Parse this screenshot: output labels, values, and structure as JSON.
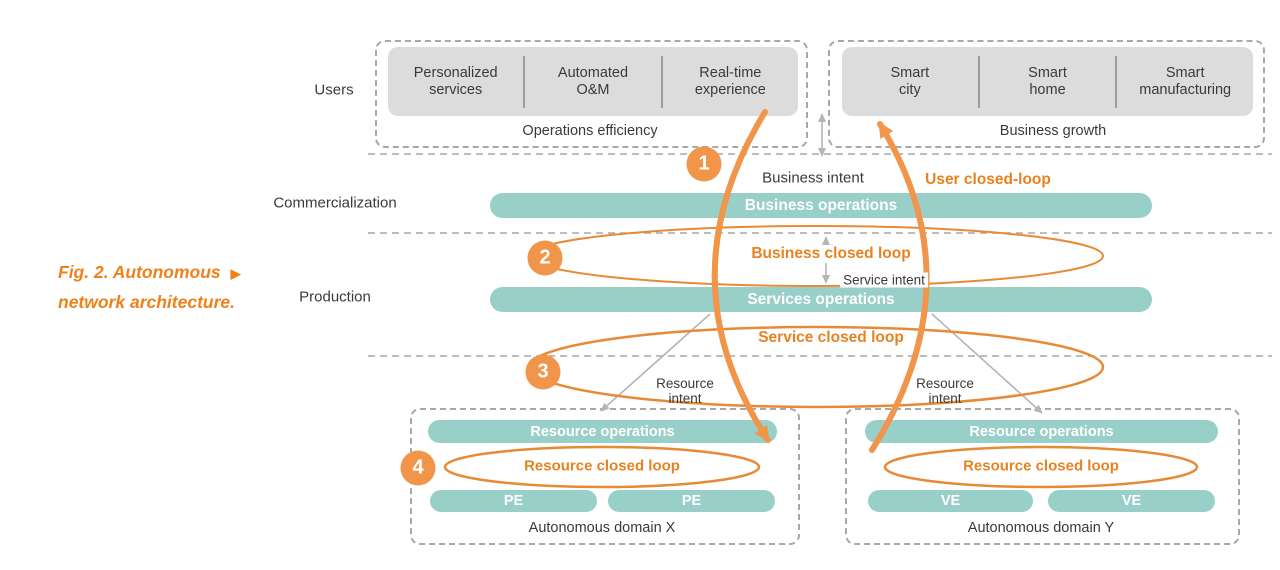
{
  "colors": {
    "teal": "#98CFC8",
    "graybox": "#DCDCDC",
    "orange": "#F0954A",
    "orangedeep": "#E78A35",
    "orangetext": "#E8821F",
    "figorange": "#F0801A",
    "linegray": "#A8A8A8",
    "arrowgray": "#B5B5B5",
    "textdark": "#3A3A3A"
  },
  "figure": {
    "line1": "Fig. 2. Autonomous",
    "line2": "network architecture.",
    "pointer_icon": "▶"
  },
  "layers": {
    "users": "Users",
    "commercialization": "Commercialization",
    "production": "Production"
  },
  "users_layer": {
    "operations_group": {
      "caption": "Operations efficiency",
      "items": [
        [
          "Personalized",
          "services"
        ],
        [
          "Automated",
          "O&M"
        ],
        [
          "Real-time",
          "experience"
        ]
      ]
    },
    "growth_group": {
      "caption": "Business growth",
      "items": [
        [
          "Smart",
          "city"
        ],
        [
          "Smart",
          "home"
        ],
        [
          "Smart",
          "manufacturing"
        ]
      ]
    }
  },
  "steps": [
    "1",
    "2",
    "3",
    "4"
  ],
  "intents": {
    "business": "Business intent",
    "service": "Service intent",
    "resource_line1": "Resource",
    "resource_line2": "intent"
  },
  "loops": {
    "user": "User closed-loop",
    "business": "Business closed loop",
    "service": "Service closed loop",
    "resource": "Resource closed loop"
  },
  "bars": {
    "business": "Business operations",
    "services": "Services operations",
    "resource": "Resource operations",
    "pe": "PE",
    "ve": "VE"
  },
  "domains": {
    "x": "Autonomous domain X",
    "y": "Autonomous domain Y"
  }
}
